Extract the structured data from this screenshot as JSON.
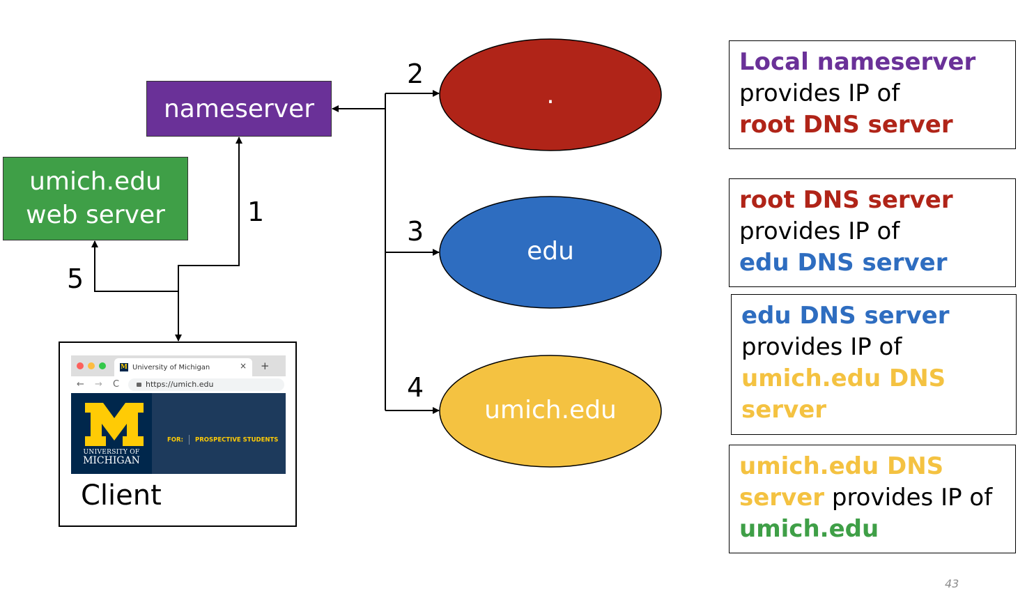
{
  "nodes": {
    "nameserver": "nameserver",
    "web_server_line1": "umich.edu",
    "web_server_line2": "web server",
    "root": ".",
    "edu": "edu",
    "umich": "umich.edu",
    "client": "Client"
  },
  "steps": [
    "1",
    "2",
    "3",
    "4",
    "5"
  ],
  "browser": {
    "tab_title": "University of Michigan",
    "url": "https://umich.edu",
    "logo_letter": "M",
    "university_of": "UNIVERSITY OF",
    "michigan": "MICHIGAN",
    "for_label": "FOR:",
    "audience": "PROSPECTIVE STUDENTS"
  },
  "info_boxes": [
    {
      "part1": "Local nameserver",
      "part2": " provides IP of ",
      "part3": "root DNS server"
    },
    {
      "part1": "root DNS server",
      "part2": " provides IP of ",
      "part3": "edu DNS server"
    },
    {
      "part1": "edu DNS server",
      "part2": " provides IP of ",
      "part3": "umich.edu DNS server"
    },
    {
      "part1": "umich.edu DNS server",
      "part2": " provides IP of ",
      "part3": "umich.edu"
    }
  ],
  "page_number": "43",
  "colors": {
    "nameserver": "#6a3198",
    "web_server": "#3f9f47",
    "root": "#b02418",
    "edu": "#2e6dc0",
    "umich": "#f4c241",
    "michigan_blue": "#00274c",
    "maize": "#ffcb05"
  }
}
